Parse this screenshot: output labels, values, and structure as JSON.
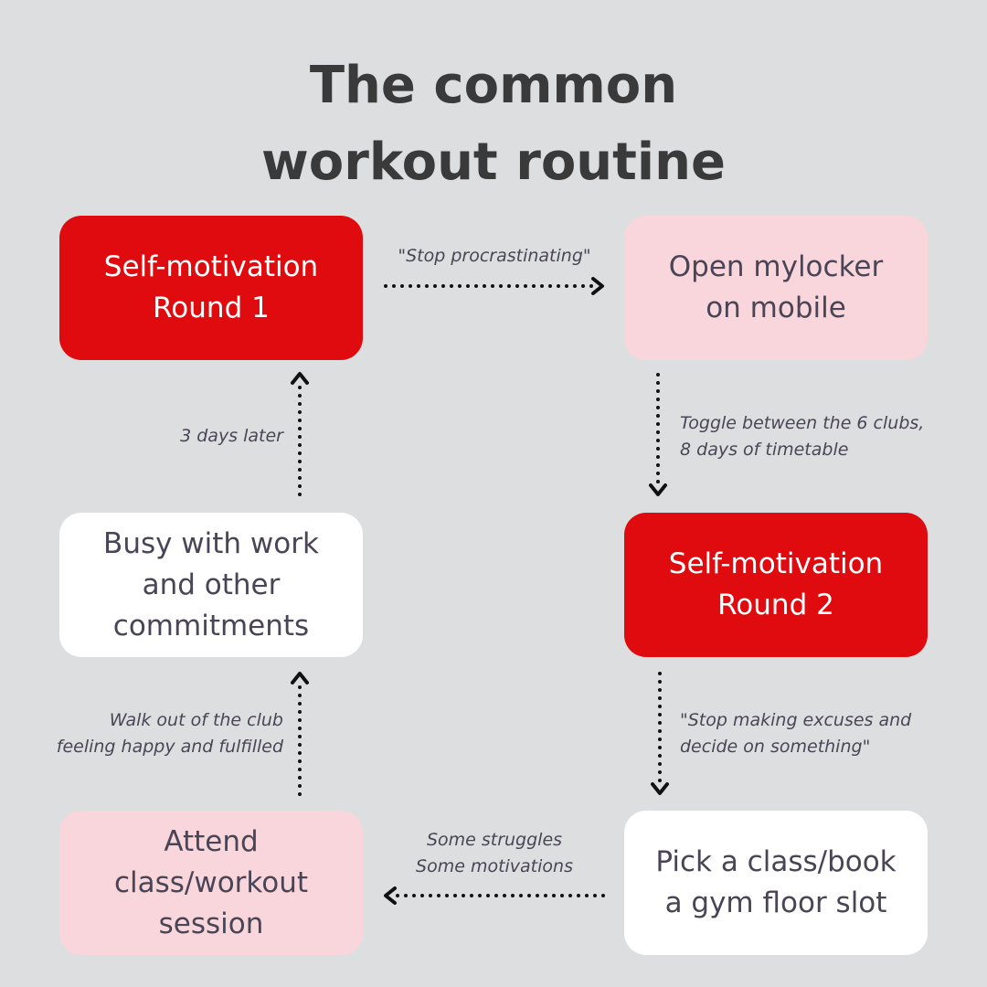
{
  "title": {
    "line1": "The common",
    "line2": "workout routine"
  },
  "nodes": {
    "self_motivation_1": {
      "line1": "Self-motivation",
      "line2": "Round 1"
    },
    "open_mylocker": {
      "line1": "Open mylocker",
      "line2": "on mobile"
    },
    "self_motivation_2": {
      "line1": "Self-motivation",
      "line2": "Round 2"
    },
    "pick_class": {
      "line1": "Pick a class/book",
      "line2": "a gym floor slot"
    },
    "attend": {
      "line1": "Attend",
      "line2": "class/workout",
      "line3": "session"
    },
    "busy": {
      "line1": "Busy with work",
      "line2": "and other",
      "line3": "commitments"
    }
  },
  "edge_labels": {
    "stop_procrastinating": "\"Stop procrastinating\"",
    "toggle": {
      "line1": "Toggle between the 6 clubs,",
      "line2": "8 days of timetable"
    },
    "stop_excuses": {
      "line1": "\"Stop making excuses and",
      "line2": "decide on something\""
    },
    "struggles": {
      "line1": "Some struggles",
      "line2": "Some motivations"
    },
    "walk_out": {
      "line1": "Walk out of the club",
      "line2": "feeling happy and fulfilled"
    },
    "three_days": "3 days later"
  },
  "colors": {
    "background": "#dddee0",
    "red": "#e00b0f",
    "pink": "#f9d6db",
    "white": "#ffffff",
    "text_dark": "#4a4556",
    "arrow": "#111111"
  }
}
